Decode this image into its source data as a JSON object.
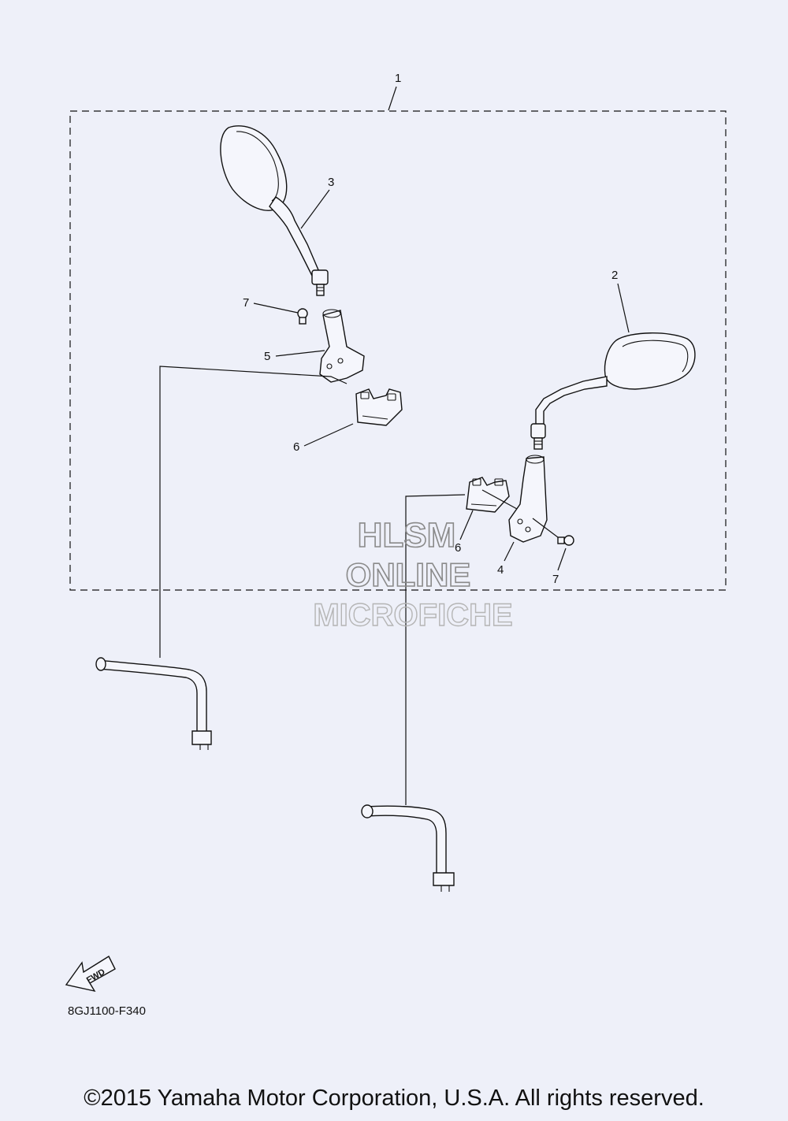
{
  "callouts": {
    "c1": "1",
    "c2": "2",
    "c3": "3",
    "c4": "4",
    "c5": "5",
    "c6a": "6",
    "c6b": "6",
    "c7a": "7",
    "c7b": "7"
  },
  "watermark": {
    "line1": "HLSM",
    "line2": "ONLINE",
    "line3": "MICROFICHE"
  },
  "fwd_label": "FWD",
  "diagram_code": "8GJ1100-F340",
  "copyright": "©2015 Yamaha Motor Corporation, U.S.A. All rights reserved.",
  "icons": [
    "fwd-arrow-icon"
  ]
}
